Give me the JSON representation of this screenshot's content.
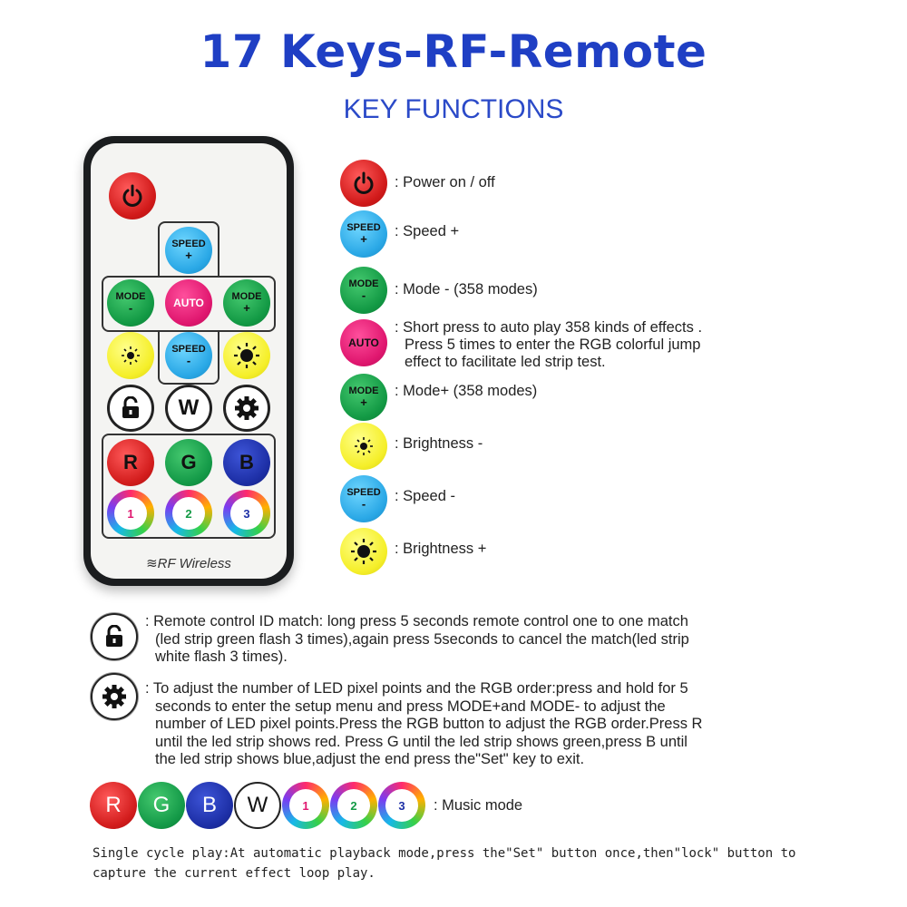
{
  "title": "17 Keys-RF-Remote",
  "subtitle": "KEY FUNCTIONS",
  "remote": {
    "speed_label": "SPEED",
    "plus": "+",
    "minus": "-",
    "mode_label": "MODE",
    "auto_label": "AUTO",
    "w_label": "W",
    "r_label": "R",
    "g_label": "G",
    "b_label": "B",
    "music_1": "1",
    "music_2": "2",
    "music_3": "3",
    "brand": "RF Wireless"
  },
  "keys": [
    {
      "icon": "power-icon",
      "label_top": "",
      "label_bottom": "",
      "text": ": Power on / off"
    },
    {
      "icon": "speed-plus",
      "label_top": "SPEED",
      "label_bottom": "+",
      "text": ": Speed +"
    },
    {
      "icon": "mode-minus",
      "label_top": "MODE",
      "label_bottom": "-",
      "text": ": Mode - (358 modes)"
    },
    {
      "icon": "auto",
      "label_top": "AUTO",
      "label_bottom": "",
      "text": ": Short press to auto play 358 kinds of effects .",
      "text2": "Press 5 times to enter the RGB colorful jump",
      "text3": "effect to facilitate led strip test."
    },
    {
      "icon": "mode-plus",
      "label_top": "MODE",
      "label_bottom": "+",
      "text": ": Mode+ (358 modes)"
    },
    {
      "icon": "brightness-low-icon",
      "label_top": "",
      "label_bottom": "",
      "text": ": Brightness -"
    },
    {
      "icon": "speed-minus",
      "label_top": "SPEED",
      "label_bottom": "-",
      "text": ": Speed -"
    },
    {
      "icon": "brightness-high-icon",
      "label_top": "",
      "label_bottom": "",
      "text": ": Brightness +"
    }
  ],
  "lock_desc": {
    "line1": ": Remote control ID match: long press 5 seconds remote control one to one match",
    "line2": "(led strip green flash 3 times),again press 5seconds to cancel the match(led strip",
    "line3": "white flash 3 times)."
  },
  "set_desc": {
    "line1": ": To adjust the number of LED pixel points and the RGB order:press and hold for 5",
    "line2": "seconds to enter the setup menu and press MODE+and MODE- to adjust the",
    "line3": "number of LED pixel points.Press the RGB button to adjust the RGB order.Press R",
    "line4": "until the led strip shows red. Press G until the led strip shows green,press B until",
    "line5": "the led strip shows blue,adjust the end press the\"Set\" key to exit."
  },
  "music_mode": ": Music mode",
  "footer": {
    "line1": "Single cycle play:At automatic playback mode,press the\"Set\" button once,then\"lock\" button to",
    "line2": "capture the current effect loop play."
  },
  "colors": {
    "title": "#1f3fc4",
    "power": "#d11a1a",
    "speed": "#2aa8e6",
    "mode": "#139a45",
    "auto": "#e0176f",
    "brightness": "#f5ef2a",
    "blue": "#1d2fa6"
  }
}
